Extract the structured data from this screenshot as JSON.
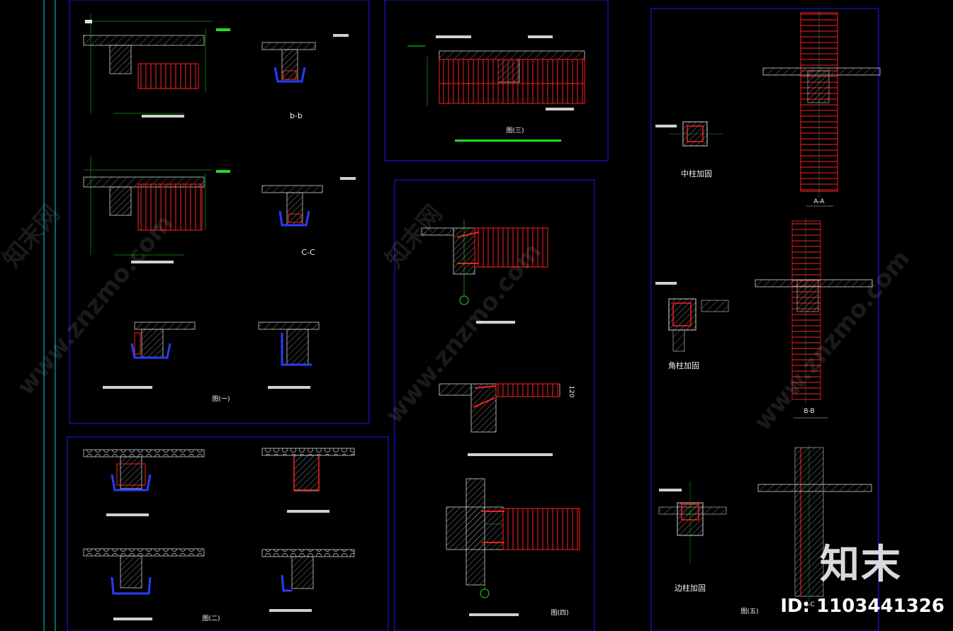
{
  "figure_labels": {
    "fig1": "图(一)",
    "fig2": "图(二)",
    "fig3": "图(三)",
    "fig4": "图(四)",
    "fig5": "图(五)"
  },
  "section_labels": {
    "bb": "b-b",
    "cc": "C-C",
    "aa": "A-A",
    "bb2": "B-B",
    "cc2": "C-C"
  },
  "column_labels": {
    "middle": "中柱加固",
    "corner": "角柱加固",
    "edge": "边柱加固"
  },
  "dims": {
    "d120": "120"
  },
  "watermark": {
    "brand_cn": "知末",
    "site": "www.znzmo.com",
    "site_cn": "知末网",
    "id": "ID: 1103441326"
  },
  "colors": {
    "background": "#000000",
    "frame": "#1a1aff",
    "rebar": "#ff2020",
    "annotation": "#22dd22",
    "blue_plate": "#2a3cff",
    "concrete": "#c8c8c8",
    "axis": "#00d0d0"
  }
}
